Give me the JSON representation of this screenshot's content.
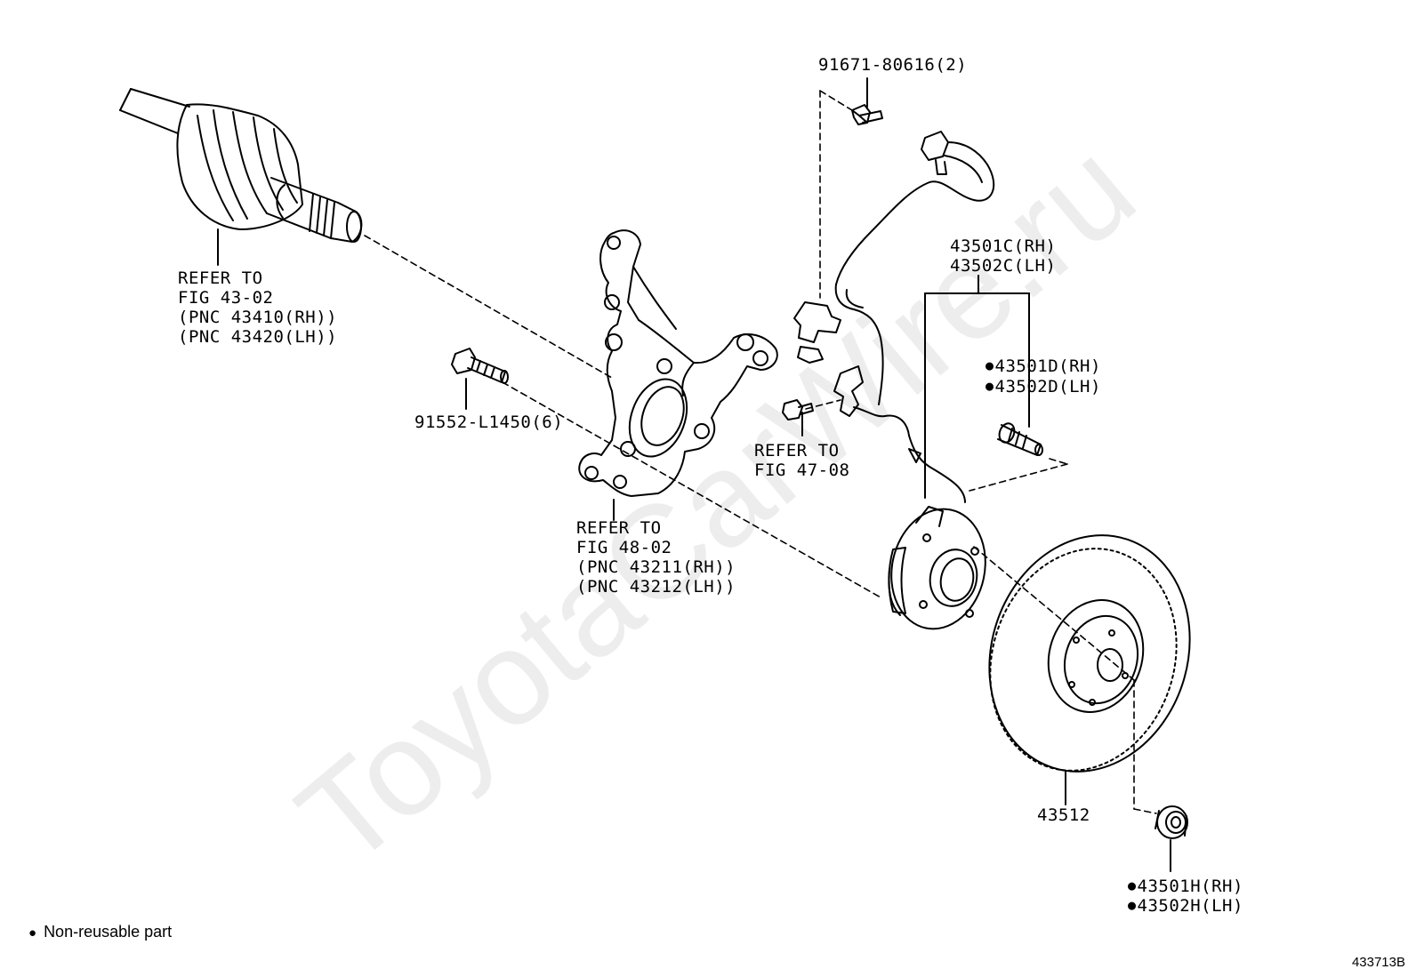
{
  "watermark": "ToyotaCarWire.ru",
  "callouts": {
    "driveshaft_ref": [
      "REFER TO",
      "FIG 43-02",
      "(PNC 43410(RH))",
      "(PNC 43420(LH))"
    ],
    "knuckle_ref": [
      "REFER TO",
      "FIG 48-02",
      "(PNC 43211(RH))",
      "(PNC 43212(LH))"
    ],
    "sensor_ref": [
      "REFER TO",
      "FIG 47-08"
    ],
    "bolt_sensor": "91671-80616(2)",
    "bolt_knuckle": "91552-L1450(6)",
    "hub_assy": [
      "43501C(RH)",
      "43502C(LH)"
    ],
    "hub_bolt": [
      "43501D(RH)",
      "43502D(LH)"
    ],
    "disc": "43512",
    "hub_nut": [
      "43501H(RH)",
      "43502H(LH)"
    ]
  },
  "legend": {
    "label": "Non-reusable part"
  },
  "diagram_number": "433713B"
}
